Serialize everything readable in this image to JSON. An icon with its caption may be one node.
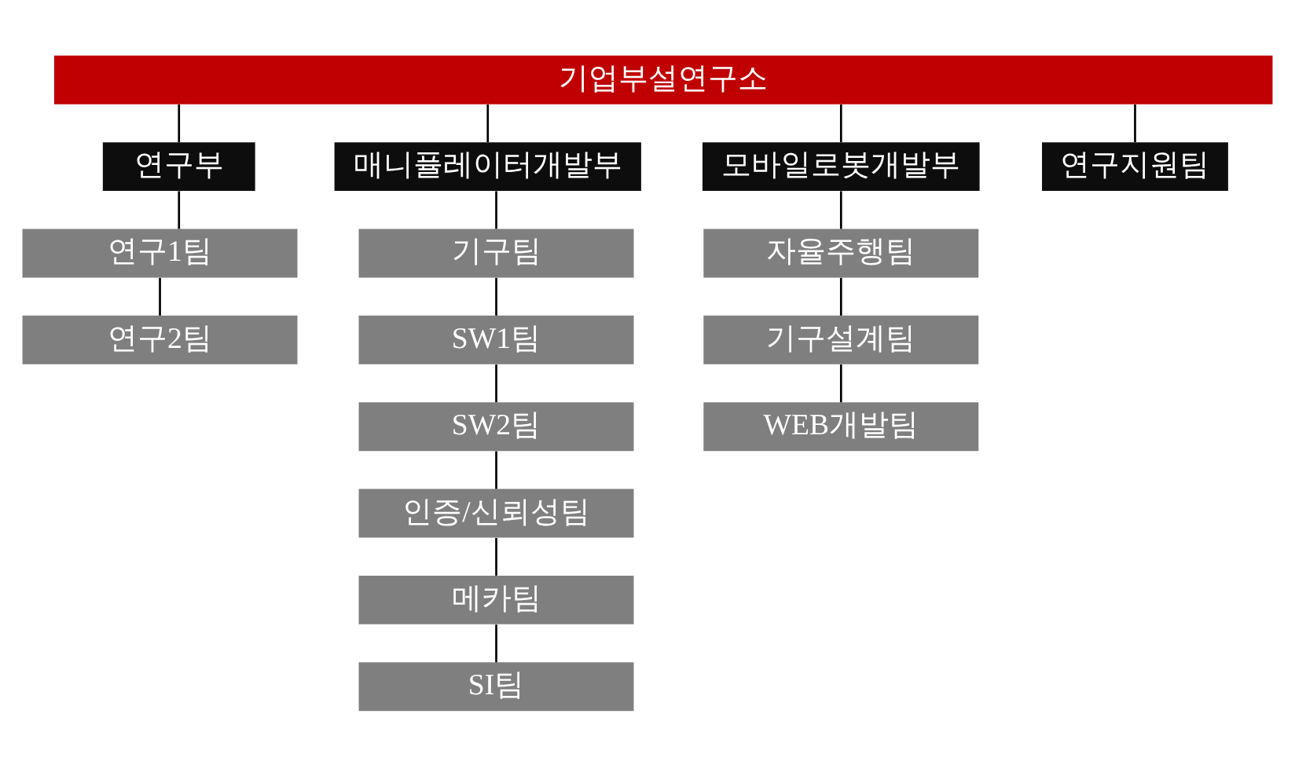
{
  "diagram": {
    "nodes": [
      {
        "text": [
          "기업부설연구소"
        ]
      },
      {
        "text": [
          "연구부"
        ]
      },
      {
        "text": [
          "연구1팀"
        ]
      },
      {
        "text": [
          "연구2팀"
        ]
      },
      {
        "text": [
          "매니퓰레이터개발부"
        ]
      },
      {
        "text": [
          "기구팀"
        ]
      },
      {
        "text": [
          "SW1팀"
        ]
      },
      {
        "text": [
          "SW2팀"
        ]
      },
      {
        "text": [
          "인증/신뢰성팀"
        ]
      },
      {
        "text": [
          "메카팀"
        ]
      },
      {
        "text": [
          "SI팀"
        ]
      },
      {
        "text": [
          "모바일로봇개발부"
        ]
      },
      {
        "text": [
          "자율주행팀"
        ]
      },
      {
        "text": [
          "기구설계팀"
        ]
      },
      {
        "text": [
          "WEB개발팀"
        ]
      },
      {
        "text": [
          "연구지원팀"
        ]
      }
    ],
    "edges": [
      {
        "from": 0,
        "to": 1,
        "arrow": "none"
      },
      {
        "from": 0,
        "to": 4,
        "arrow": "none"
      },
      {
        "from": 0,
        "to": 11,
        "arrow": "none"
      },
      {
        "from": 0,
        "to": 15,
        "arrow": "none"
      },
      {
        "from": 1,
        "to": 2,
        "arrow": "none"
      },
      {
        "from": 2,
        "to": 3,
        "arrow": "none"
      },
      {
        "from": 4,
        "to": 5,
        "arrow": "none"
      },
      {
        "from": 5,
        "to": 6,
        "arrow": "none"
      },
      {
        "from": 6,
        "to": 7,
        "arrow": "none"
      },
      {
        "from": 7,
        "to": 8,
        "arrow": "none"
      },
      {
        "from": 8,
        "to": 9,
        "arrow": "none"
      },
      {
        "from": 9,
        "to": 10,
        "arrow": "none"
      },
      {
        "from": 11,
        "to": 12,
        "arrow": "none"
      },
      {
        "from": 12,
        "to": 13,
        "arrow": "none"
      },
      {
        "from": 13,
        "to": 14,
        "arrow": "none"
      }
    ]
  }
}
